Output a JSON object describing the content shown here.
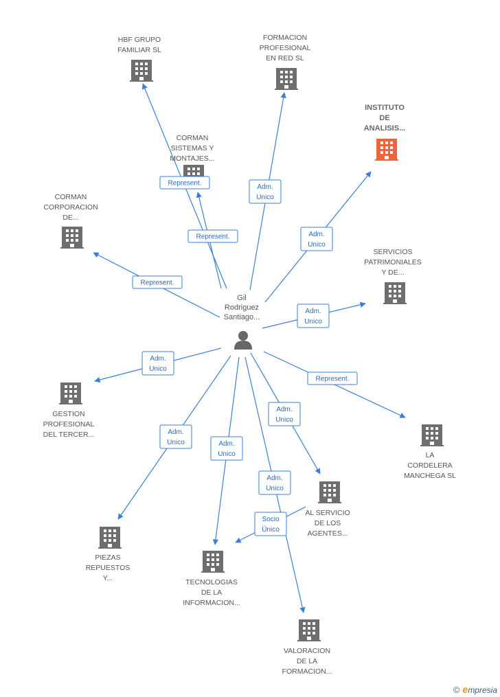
{
  "center": {
    "name_lines": [
      "Gil",
      "Rodriguez",
      "Santiago..."
    ],
    "icon": "person-icon"
  },
  "colors": {
    "edge": "#3a7fd5",
    "building": "#6e6e6e",
    "highlight": "#f0643a"
  },
  "companies": [
    {
      "id": "hbf",
      "lines": [
        "HBF GRUPO",
        "FAMILIAR SL"
      ],
      "icon": "building-icon"
    },
    {
      "id": "formacion",
      "lines": [
        "FORMACION",
        "PROFESIONAL",
        "EN RED SL"
      ],
      "icon": "building-icon"
    },
    {
      "id": "instituto",
      "lines": [
        "INSTITUTO",
        "DE",
        "ANALISIS..."
      ],
      "icon": "building-icon",
      "highlight": true
    },
    {
      "id": "corman-sistemas",
      "lines": [
        "CORMAN",
        "SISTEMAS Y",
        "MONTAJES..."
      ],
      "icon": "building-icon"
    },
    {
      "id": "corman-corp",
      "lines": [
        "CORMAN",
        "CORPORACION",
        "DE..."
      ],
      "icon": "building-icon"
    },
    {
      "id": "servicios",
      "lines": [
        "SERVICIOS",
        "PATRIMONIALES",
        "Y DE..."
      ],
      "icon": "building-icon"
    },
    {
      "id": "gestion",
      "lines": [
        "GESTION",
        "PROFESIONAL",
        "DEL TERCER..."
      ],
      "icon": "building-icon"
    },
    {
      "id": "cordelera",
      "lines": [
        "LA",
        "CORDELERA",
        "MANCHEGA SL"
      ],
      "icon": "building-icon"
    },
    {
      "id": "alservicio",
      "lines": [
        "AL SERVICIO",
        "DE LOS",
        "AGENTES..."
      ],
      "icon": "building-icon"
    },
    {
      "id": "piezas",
      "lines": [
        "PIEZAS",
        "REPUESTOS",
        "Y..."
      ],
      "icon": "building-icon"
    },
    {
      "id": "tecnologias",
      "lines": [
        "TECNOLOGIAS",
        "DE LA",
        "INFORMACION..."
      ],
      "icon": "building-icon"
    },
    {
      "id": "valoracion",
      "lines": [
        "VALORACION",
        "DE LA",
        "FORMACION..."
      ],
      "icon": "building-icon"
    }
  ],
  "relations": [
    {
      "target": "hbf",
      "lines": [
        "Represent."
      ]
    },
    {
      "target": "corman-sistemas",
      "lines": [
        "Represent."
      ]
    },
    {
      "target": "formacion",
      "lines": [
        "Adm.",
        "Unico"
      ]
    },
    {
      "target": "instituto",
      "lines": [
        "Adm.",
        "Unico"
      ]
    },
    {
      "target": "corman-corp",
      "lines": [
        "Represent."
      ]
    },
    {
      "target": "servicios",
      "lines": [
        "Adm.",
        "Unico"
      ]
    },
    {
      "target": "gestion",
      "lines": [
        "Adm.",
        "Unico"
      ]
    },
    {
      "target": "cordelera",
      "lines": [
        "Represent."
      ]
    },
    {
      "target": "alservicio",
      "lines": [
        "Adm.",
        "Unico"
      ]
    },
    {
      "target": "piezas",
      "lines": [
        "Adm.",
        "Unico"
      ]
    },
    {
      "target": "tecnologias",
      "lines": [
        "Adm.",
        "Unico"
      ]
    },
    {
      "target": "valoracion",
      "lines": [
        "Adm.",
        "Unico"
      ]
    },
    {
      "source": "alservicio",
      "target": "tecnologias",
      "lines": [
        "Socio",
        "Único"
      ]
    }
  ],
  "brand": {
    "symbol": "©",
    "initial": "e",
    "rest": "mpresia"
  }
}
